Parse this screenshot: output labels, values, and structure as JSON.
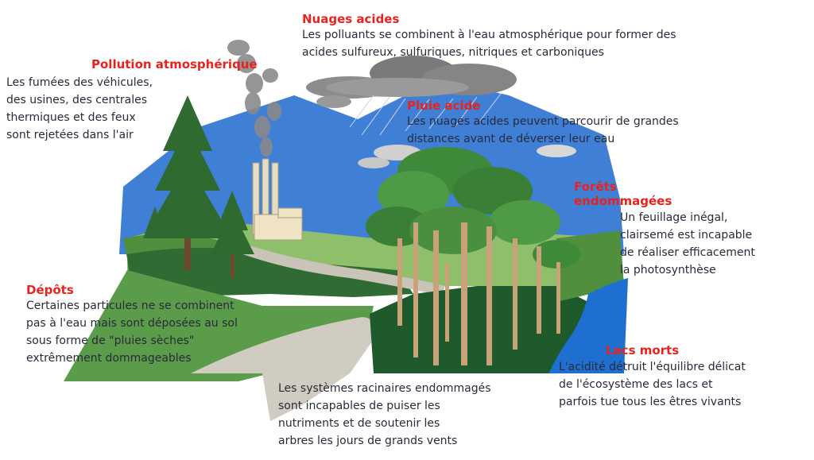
{
  "annotations": {
    "nuages": {
      "title": "Nuages acides",
      "lines": [
        "Les polluants se combinent à l'eau atmosphérique pour former des",
        "acides sulfureux, sulfuriques, nitriques et carboniques"
      ]
    },
    "pollution": {
      "title": "Pollution atmosphérique",
      "lines": [
        "Les fumées des véhicules,",
        "des usines, des centrales",
        "thermiques et des feux",
        "sont rejetées dans l'air"
      ]
    },
    "pluie": {
      "title": "Pluie acide",
      "lines": [
        "Les nuages acides peuvent parcourir de grandes",
        "distances avant de déverser leur eau"
      ]
    },
    "forets": {
      "title_lines": [
        "Forêts",
        "endommagées"
      ],
      "lines": [
        "Un feuillage inégal,",
        "clairsemé est incapable",
        "de réaliser efficacement",
        "la photosynthèse"
      ]
    },
    "depots": {
      "title": "Dépôts",
      "lines": [
        "Certaines particules ne se combinent",
        "pas à l'eau mais sont déposées au sol",
        "sous forme de \"pluies sèches\"",
        "extrêmement dommageables"
      ]
    },
    "lacs": {
      "title": "Lacs morts",
      "lines": [
        "L'acidité détruit l'équilibre délicat",
        "de l'écosystème des lacs et",
        "parfois tue tous les êtres vivants"
      ]
    },
    "racines": {
      "lines": [
        "Les systèmes racinaires endommagés",
        "sont incapables de puiser les",
        "nutriments et de soutenir les",
        "arbres les jours de grands vents"
      ]
    }
  },
  "colors": {
    "title_red": "#e8221c",
    "sky": "#3f7fd6",
    "grass_light": "#8fbf6a",
    "grass_mid": "#4f8f3e",
    "grass_dark": "#2f6b33",
    "forest_floor": "#1e5a2c",
    "road": "#c9c3b8",
    "lake": "#1f6fd0",
    "cloud": "#7d7d7d",
    "smoke": "#8a8a8a",
    "conifer": "#2f6a30",
    "trunk": "#c9a27a"
  }
}
